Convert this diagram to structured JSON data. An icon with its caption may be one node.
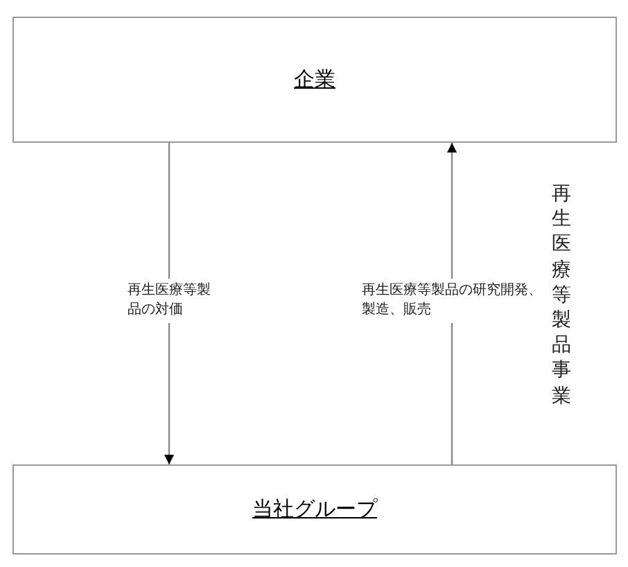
{
  "diagram": {
    "nodes": [
      {
        "text": [
          "企業"
        ]
      },
      {
        "text": [
          "当社グループ"
        ]
      }
    ],
    "edges": [
      {
        "from": 0,
        "to": 1,
        "arrow": "to",
        "label": "再生医療等製品の対価"
      },
      {
        "from": 1,
        "to": 0,
        "arrow": "to",
        "label": "再生医療等製品の研究開発、製造、販売"
      }
    ],
    "labels": [
      "再生医療等製品事業"
    ]
  }
}
